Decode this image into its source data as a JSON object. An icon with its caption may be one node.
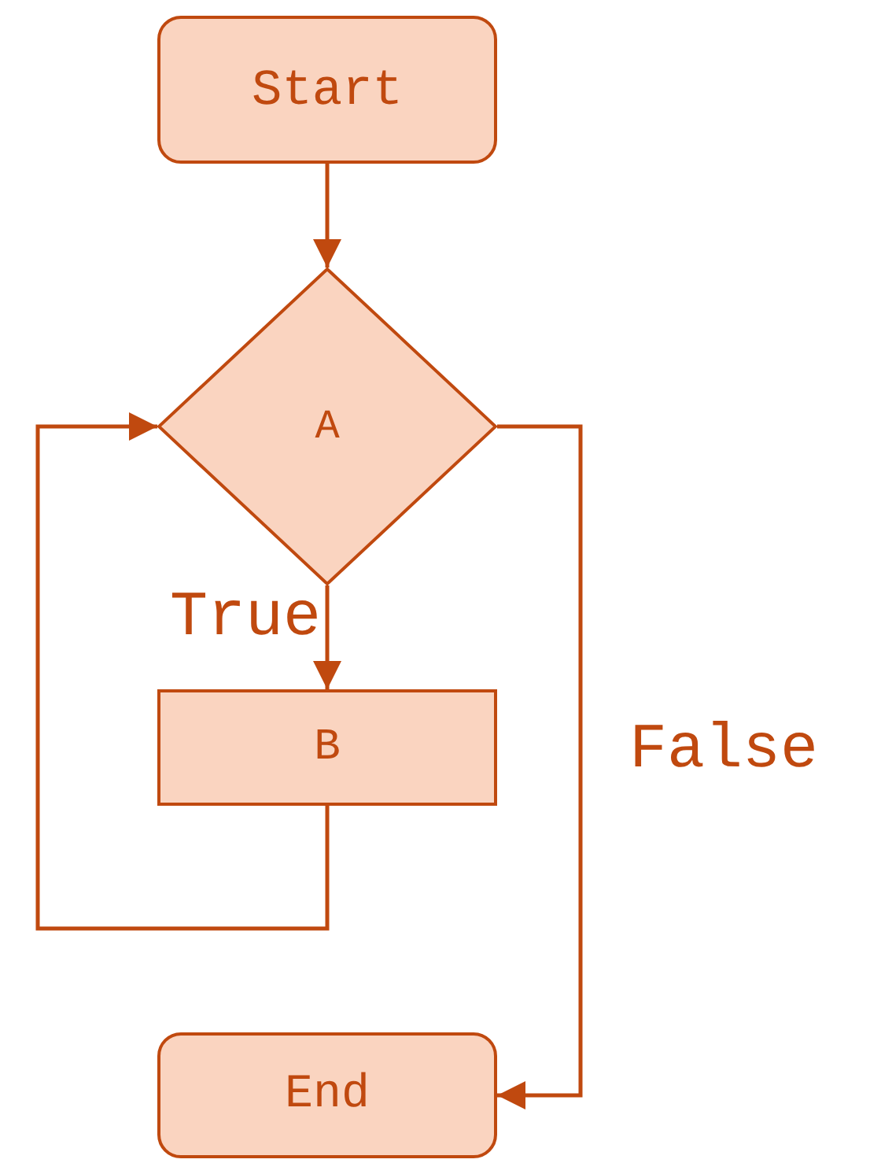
{
  "diagram": {
    "nodes": [
      {
        "text": [
          "Start"
        ]
      },
      {
        "text": [
          "A"
        ]
      },
      {
        "text": [
          "B"
        ]
      },
      {
        "text": [
          "End"
        ]
      }
    ],
    "edges": [
      {
        "from": 0,
        "to": 1,
        "arrow": "to"
      },
      {
        "from": 1,
        "to": 2,
        "arrow": "to",
        "label": "True"
      },
      {
        "from": 2,
        "to": 1,
        "arrow": "to"
      },
      {
        "from": 1,
        "to": 3,
        "arrow": "to",
        "label": "False"
      }
    ]
  }
}
